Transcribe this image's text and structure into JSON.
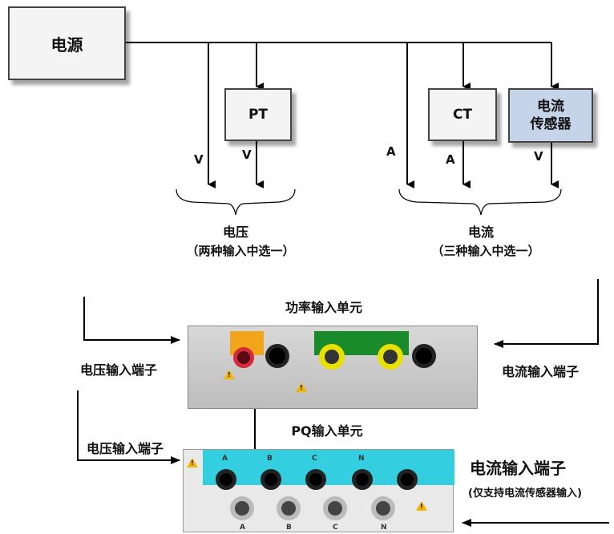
{
  "source_box": "电源",
  "pt_box": "PT",
  "ct_box": "CT",
  "current_sensor_box": "电流\n传感器",
  "arrow_labels": {
    "v_direct": "V",
    "v_pt": "V",
    "a_direct": "A",
    "a_ct": "A",
    "v_sensor": "V"
  },
  "voltage_group": {
    "title": "电压",
    "subtitle": "（两种输入中选一）"
  },
  "current_group": {
    "title": "电流",
    "subtitle": "（三种输入中选一）"
  },
  "power_unit_title": "功率输入单元",
  "pq_unit_title": "PQ输入单元",
  "voltage_terminal_1": "电压输入端子",
  "current_terminal_1": "电流输入端子",
  "voltage_terminal_2": "电压输入端子",
  "current_terminal_2": "电流输入端子",
  "current_terminal_2_note": "(仅支持电流传感器输入)",
  "pq_channels": [
    "A",
    "B",
    "C",
    "N"
  ],
  "colors": {
    "sensor_fill": "#c5d4e8",
    "power_panel": "#c9c9c9",
    "orange_block": "#f2a51a",
    "green_block": "#1a8b2a",
    "pq_strip": "#33cfe0",
    "yellow_jack": "#e8e000",
    "red_jack": "#d8283c"
  }
}
